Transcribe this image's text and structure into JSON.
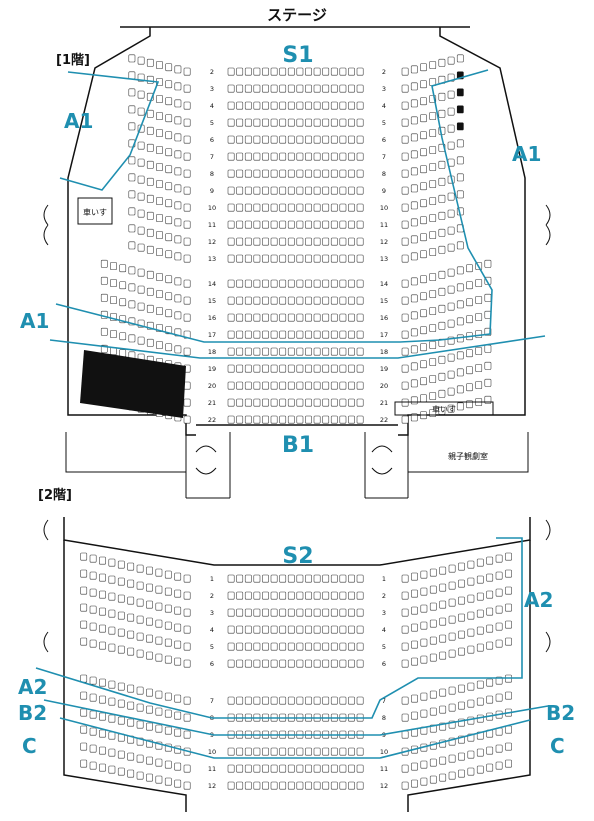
{
  "stage_label": "ステージ",
  "floor1": {
    "title": "[1階]",
    "zones": {
      "s1": "S1",
      "a1_left": "A1",
      "a1_right": "A1",
      "a1_mid": "A1",
      "b1": "B1"
    },
    "wheelchair_left": "車いす",
    "wheelchair_right": "車いす",
    "family_room": "親子観劇室",
    "row_labels": [
      "2",
      "3",
      "4",
      "5",
      "6",
      "7",
      "8",
      "9",
      "10",
      "11",
      "12",
      "13",
      "14",
      "15",
      "16",
      "17",
      "18",
      "19",
      "20",
      "21",
      "22"
    ]
  },
  "floor2": {
    "title": "[2階]",
    "zones": {
      "s2": "S2",
      "a2_right": "A2",
      "a2_left": "A2",
      "b2_left": "B2",
      "b2_right": "B2",
      "c_left": "C",
      "c_right": "C"
    },
    "row_labels": [
      "1",
      "2",
      "3",
      "4",
      "5",
      "6",
      "7",
      "8",
      "9",
      "10",
      "11",
      "12"
    ]
  },
  "colors": {
    "zone_line": "#1f8fb0",
    "seat_outline": "#333333",
    "blocked": "#111111"
  }
}
